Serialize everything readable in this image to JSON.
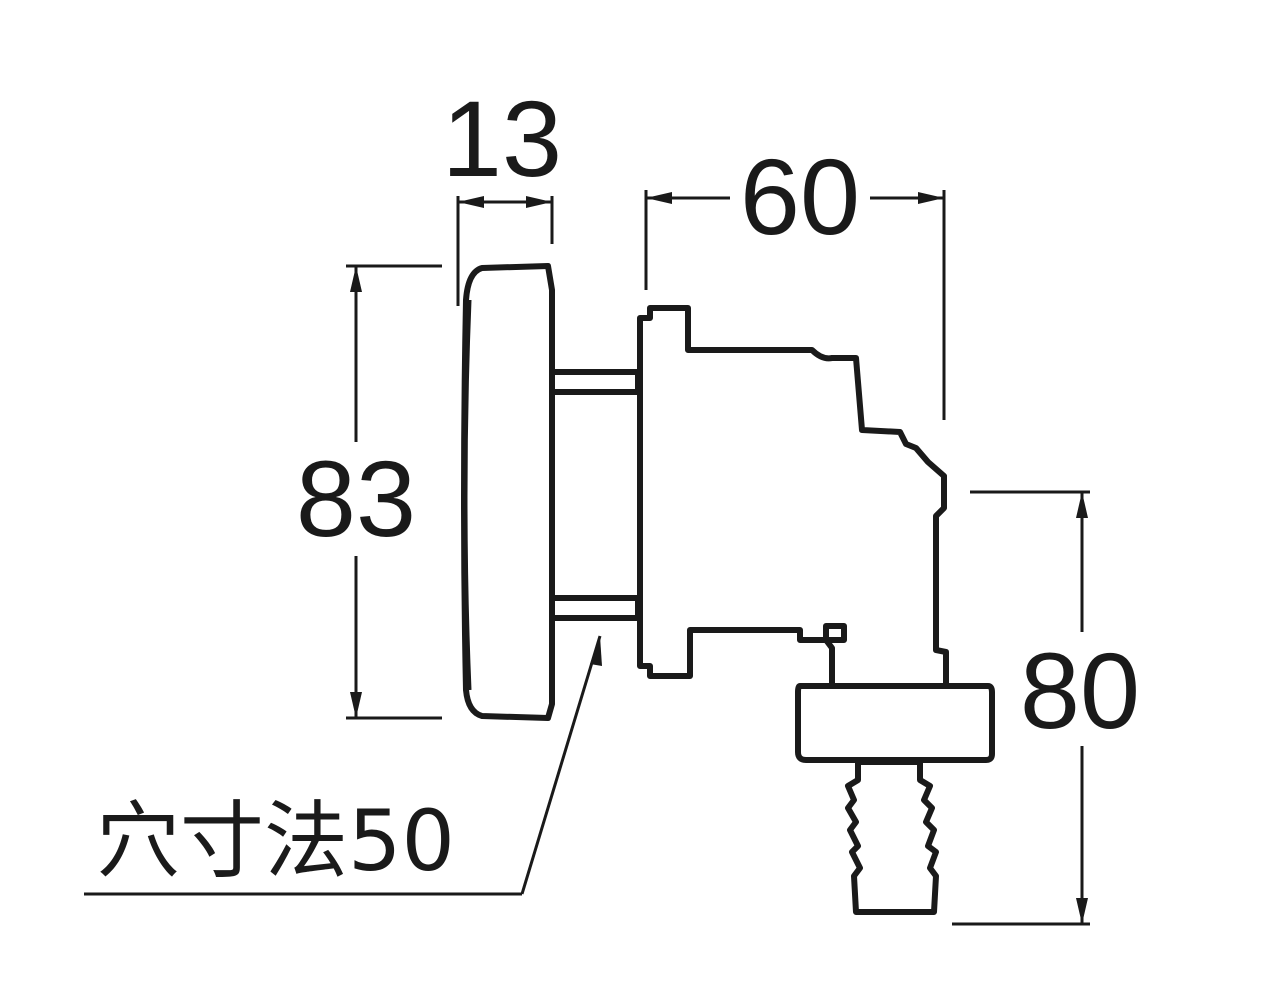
{
  "dimensions": {
    "cover_thickness": "13",
    "body_depth": "60",
    "cover_height": "83",
    "outlet_height": "80"
  },
  "note": "穴寸法50",
  "colors": {
    "line": "#1a1a1a",
    "background": "#ffffff"
  }
}
